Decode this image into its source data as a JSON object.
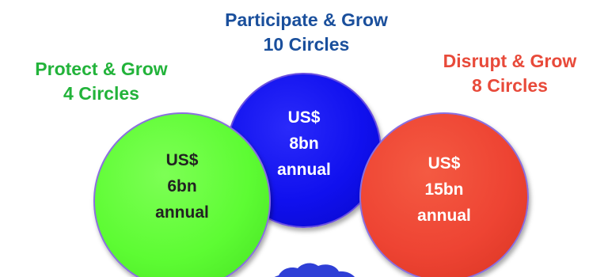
{
  "groups": [
    {
      "title": "Protect & Grow",
      "count": "4 Circles",
      "currency": "US$",
      "amount": "6bn",
      "period": "annual",
      "heading_color": "#22b33a",
      "fill_color": "#5dfc33"
    },
    {
      "title": "Participate & Grow",
      "count": "10 Circles",
      "currency": "US$",
      "amount": "8bn",
      "period": "annual",
      "heading_color": "#1a4f9c",
      "fill_color": "#1010ee"
    },
    {
      "title": "Disrupt & Grow",
      "count": "8 Circles",
      "currency": "US$",
      "amount": "15bn",
      "period": "annual",
      "heading_color": "#e84a3a",
      "fill_color": "#ee4433"
    }
  ]
}
